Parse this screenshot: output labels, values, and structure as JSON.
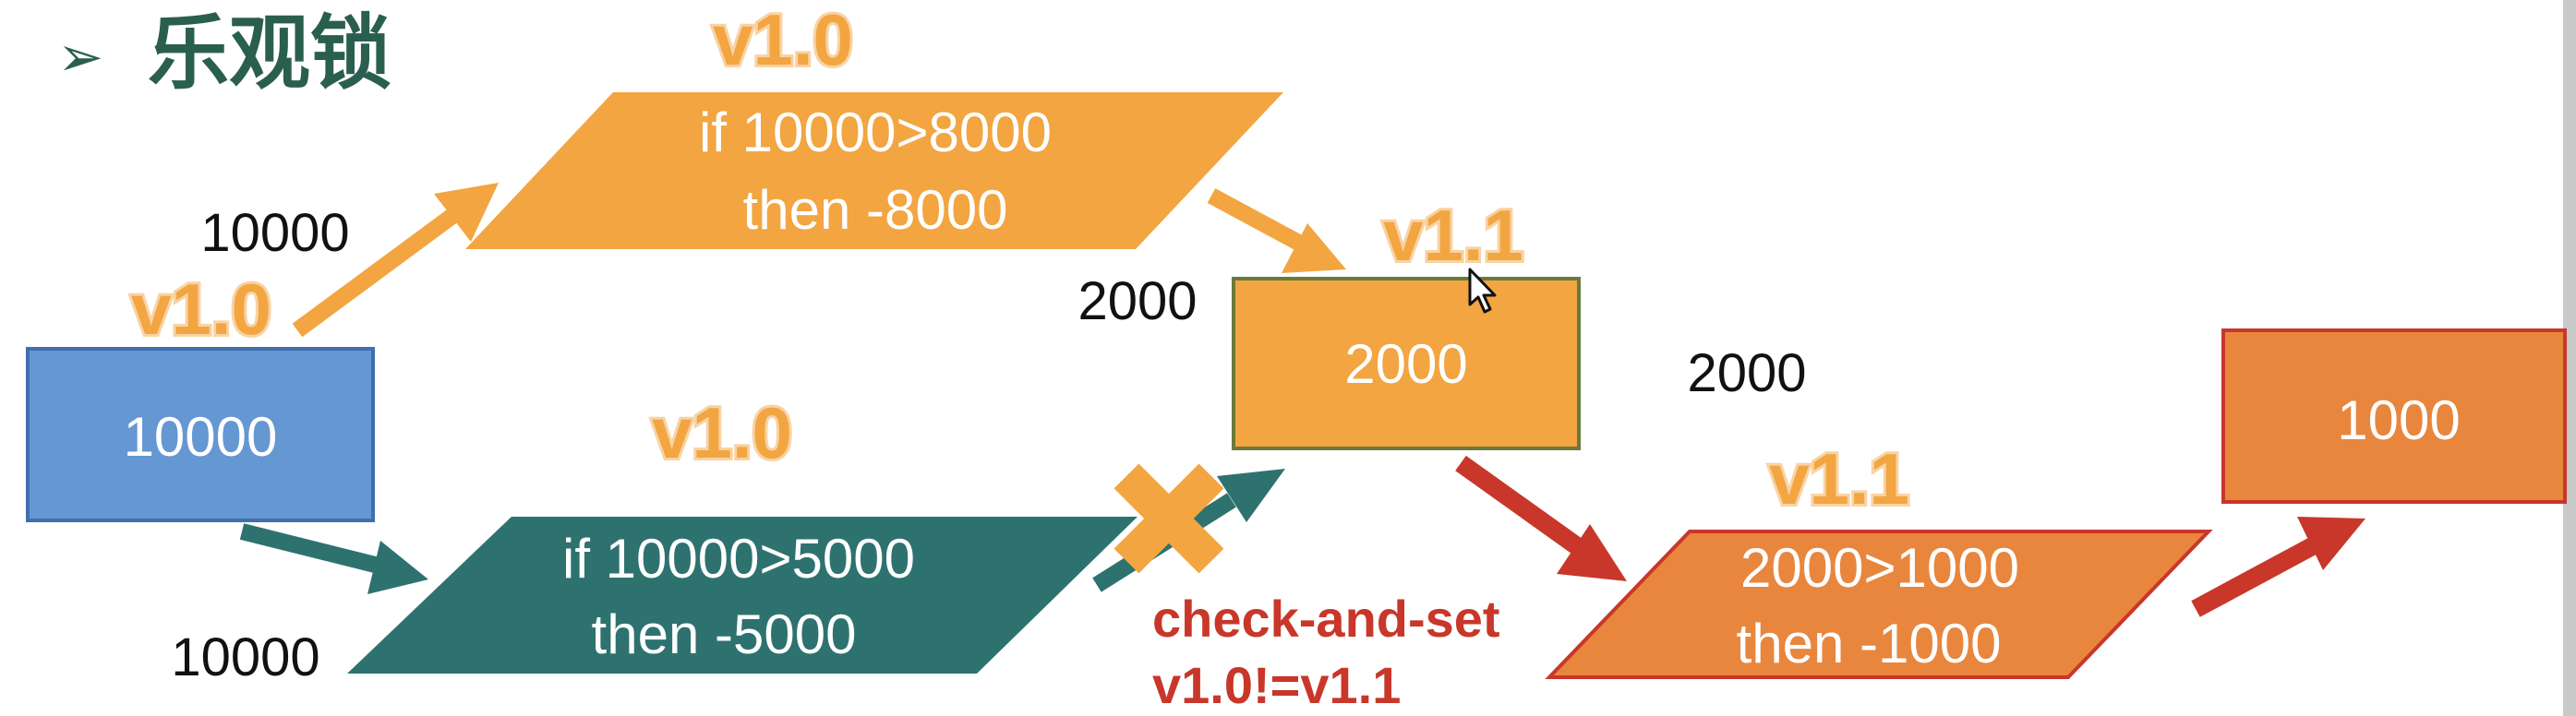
{
  "title": {
    "bullet": "➢",
    "text": "乐观锁"
  },
  "colors": {
    "orange": "#f2a541",
    "orange_dark": "#e8863e",
    "orange_text": "#f4a74e",
    "blue": "#6597d2",
    "teal": "#2e7270",
    "red": "#c8372a",
    "title_green": "#2a5f50"
  },
  "labels": {
    "v_top": "v1.0",
    "v_left": "v1.0",
    "v_mid": "v1.0",
    "v_box2000": "v1.1",
    "v_lower_right": "v1.1",
    "amount_top": "10000",
    "amount_bottom": "10000",
    "amount_box2000_left": "2000",
    "amount_box2000_right": "2000"
  },
  "boxes": {
    "start_value": "10000",
    "mid_value": "2000",
    "end_value": "1000"
  },
  "ops": {
    "top_line1": "if 10000>8000",
    "top_line2": "then -8000",
    "bottom_line1": "if 10000>5000",
    "bottom_line2": "then -5000",
    "right_line1": "2000>1000",
    "right_line2": "then -1000"
  },
  "check": {
    "line1": "check-and-set",
    "line2": "v1.0!=v1.1"
  },
  "icons": {
    "reject": "cross-icon",
    "cursor": "mouse-cursor-icon"
  }
}
